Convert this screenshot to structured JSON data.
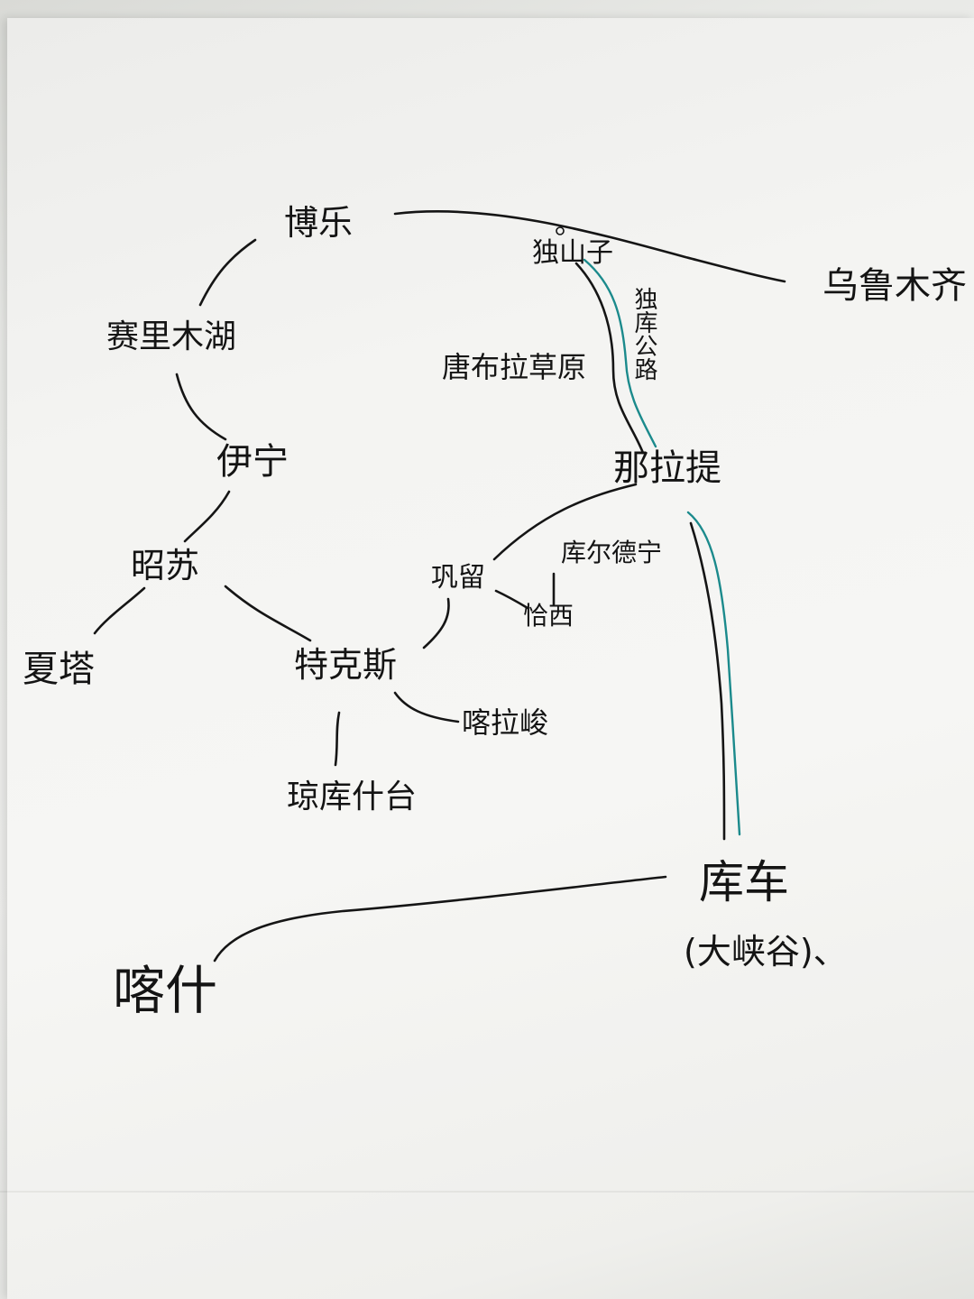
{
  "map": {
    "places": {
      "bole": "博乐",
      "sayram_lake": "赛里木湖",
      "yining": "伊宁",
      "zhaosu": "昭苏",
      "xiata": "夏塔",
      "tekes": "特克斯",
      "qiongkushitai": "琼库什台",
      "kalajun": "喀拉峻",
      "gongliu": "巩留",
      "kuerdening": "库尔德宁",
      "qiaxi": "恰西",
      "nalati": "那拉提",
      "tangbula": "唐布拉草原",
      "dushanzi": "独山子",
      "duku_highway": "独库公路",
      "urumqi": "乌鲁木齐",
      "kuqa": "库车",
      "grand_canyon": "(大峡谷)、",
      "kashgar": "喀什"
    },
    "ink_color": "#141414",
    "highway_color": "#1b8a8c"
  }
}
